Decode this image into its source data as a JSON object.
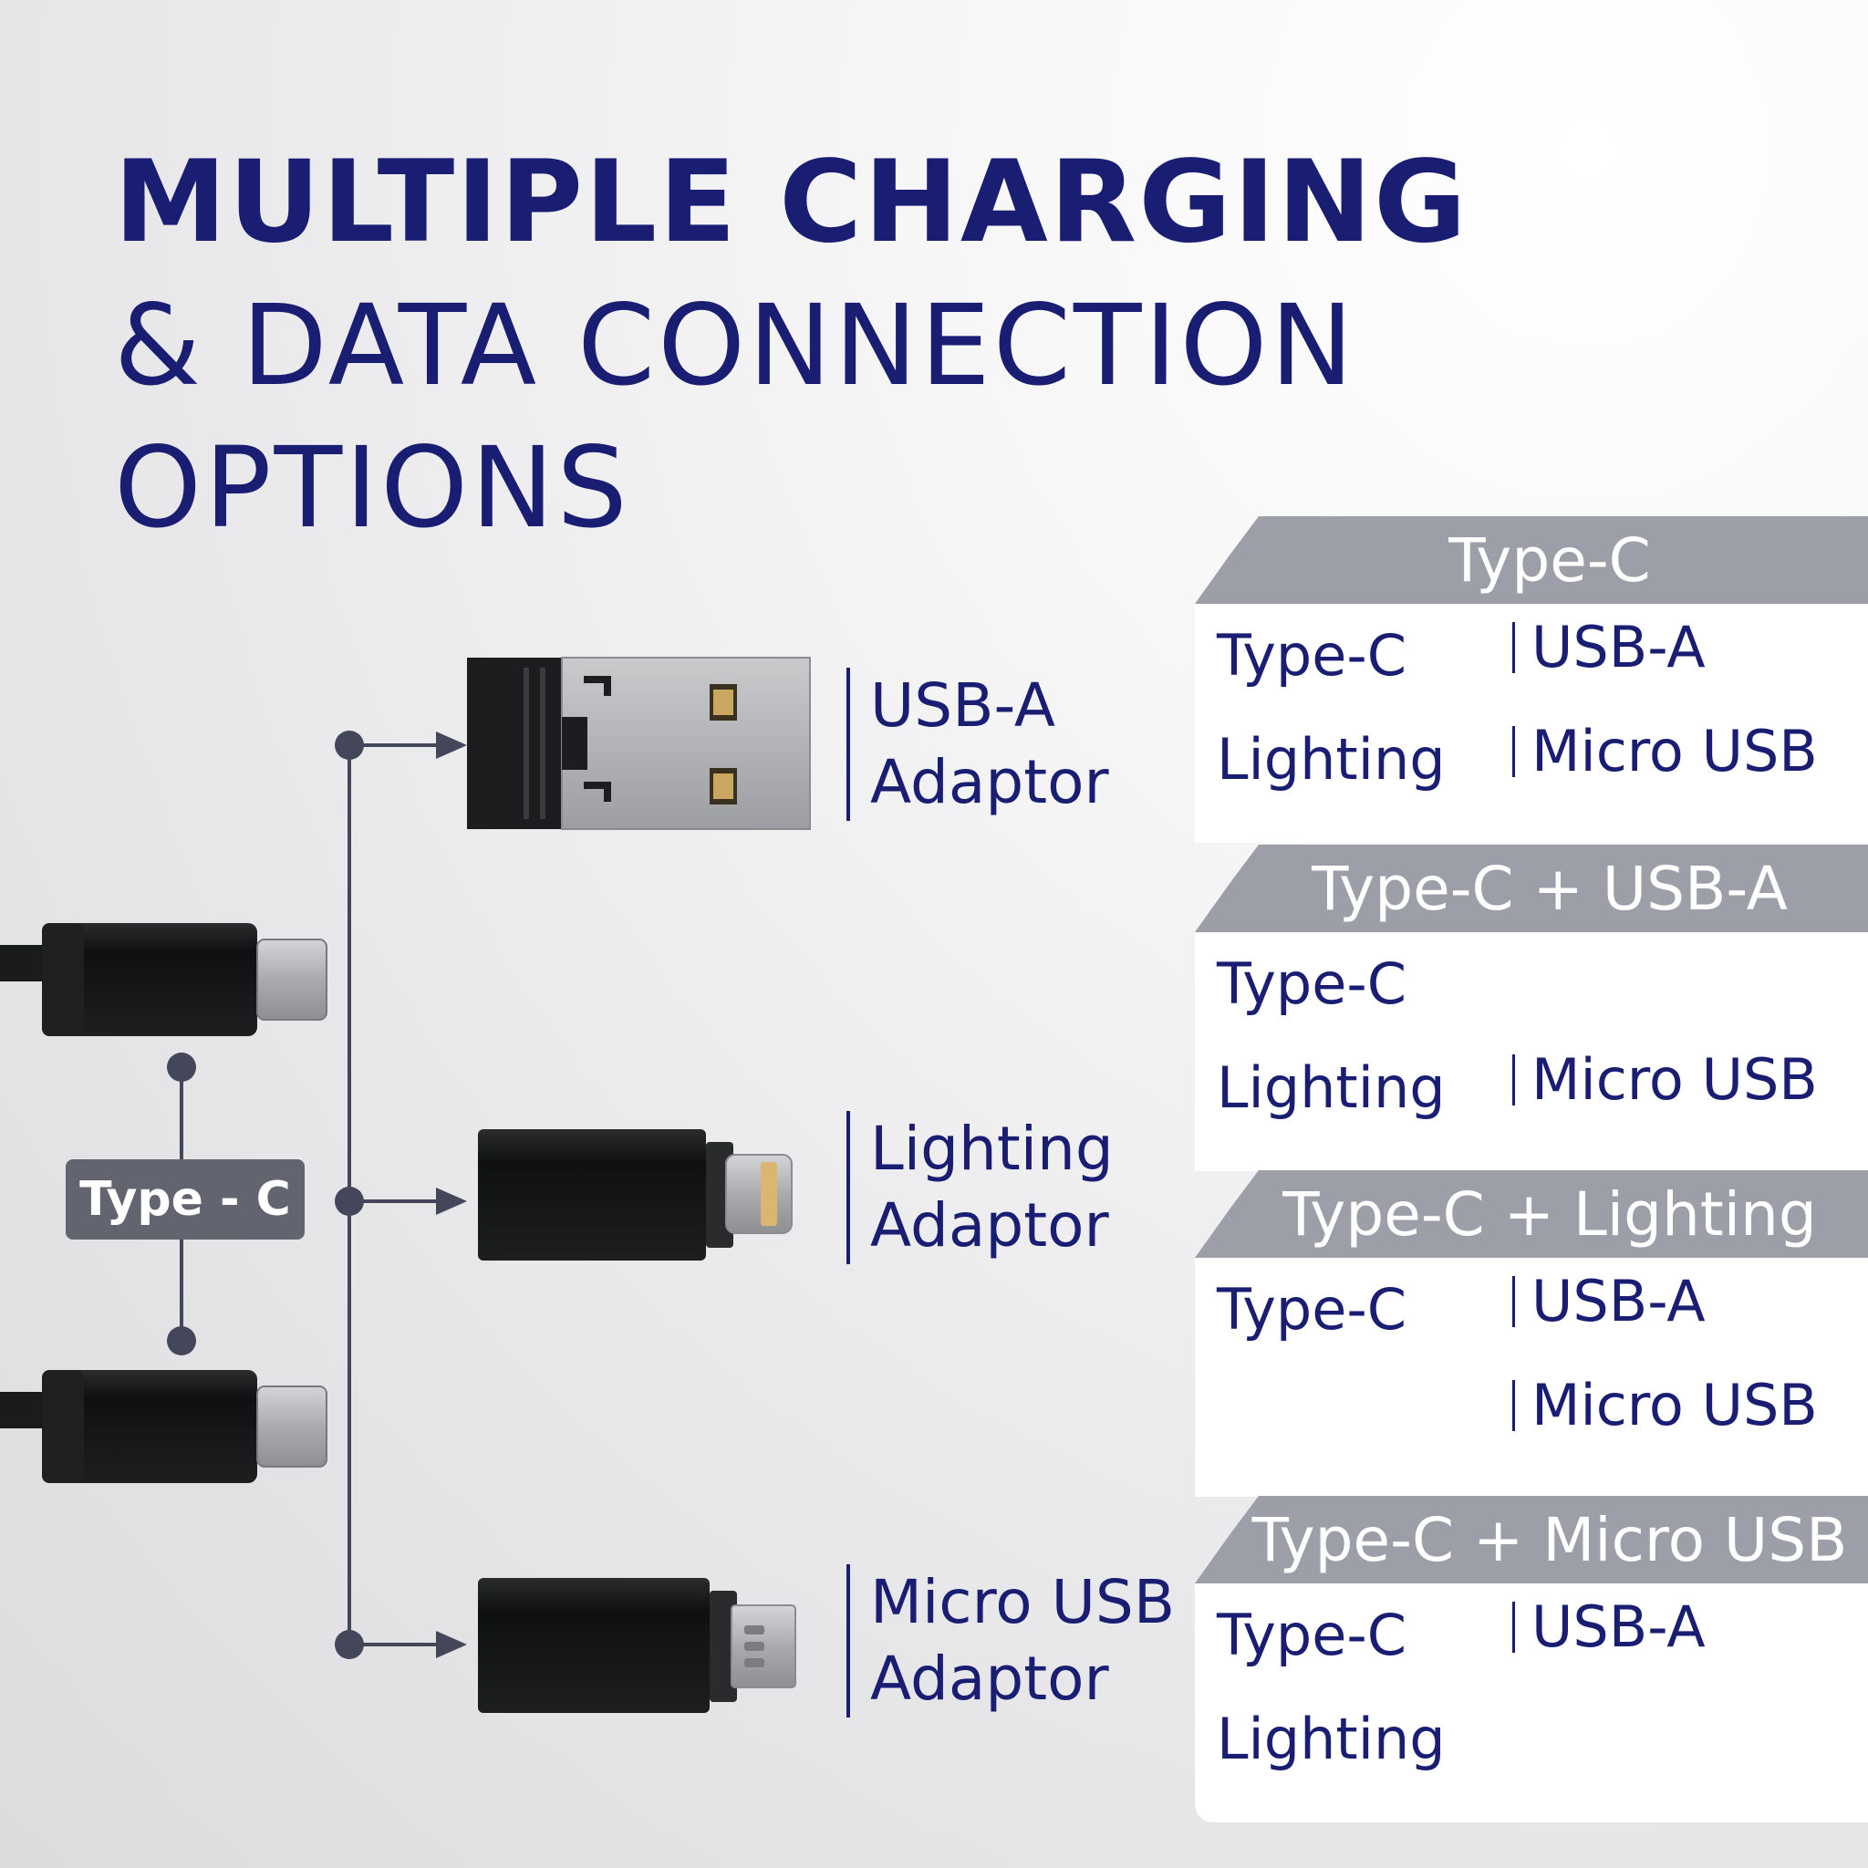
{
  "headline": {
    "line1": "MULTIPLE CHARGING",
    "line2": "& DATA CONNECTION",
    "line3": "OPTIONS"
  },
  "source_label": "Type - C",
  "adaptors": [
    {
      "line1": "USB-A",
      "line2": "Adaptor"
    },
    {
      "line1": "Lighting",
      "line2": "Adaptor"
    },
    {
      "line1": "Micro USB",
      "line2": "Adaptor"
    }
  ],
  "panels": [
    {
      "title": "Type-C",
      "rows": [
        [
          "Type-C",
          "USB-A"
        ],
        [
          "Lighting",
          "Micro USB"
        ]
      ]
    },
    {
      "title": "Type-C + USB-A",
      "rows": [
        [
          "Type-C",
          ""
        ],
        [
          "Lighting",
          "Micro USB"
        ]
      ]
    },
    {
      "title": "Type-C + Lighting",
      "rows": [
        [
          "Type-C",
          "USB-A"
        ],
        [
          "",
          "Micro USB"
        ]
      ]
    },
    {
      "title": "Type-C + Micro USB",
      "rows": [
        [
          "Type-C",
          "USB-A"
        ],
        [
          "Lighting",
          ""
        ]
      ]
    }
  ],
  "colors": {
    "navy": "#1a1e73",
    "tab_gray": "#9d9fa8",
    "badge_gray": "#62646f",
    "line": "#44465a"
  }
}
